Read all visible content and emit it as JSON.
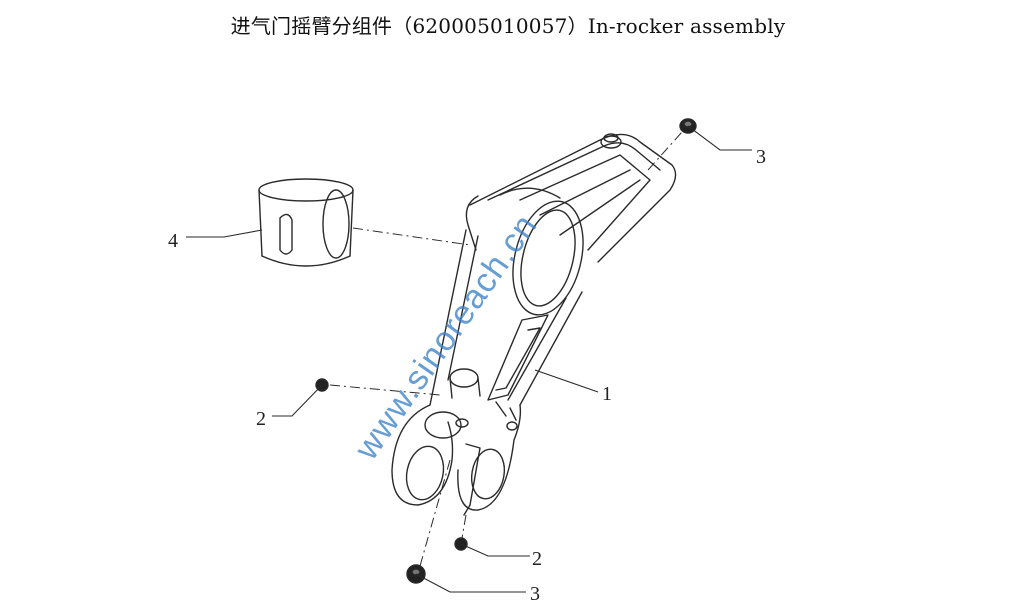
{
  "title": "进气门摇臂分组件（620005010057）In-rocker assembly",
  "callouts": [
    {
      "id": "c1",
      "text": "1"
    },
    {
      "id": "c2a",
      "text": "2"
    },
    {
      "id": "c2b",
      "text": "2"
    },
    {
      "id": "c3a",
      "text": "3"
    },
    {
      "id": "c3b",
      "text": "3"
    },
    {
      "id": "c4",
      "text": "4"
    }
  ],
  "watermark": "www.sinoreach.cn"
}
